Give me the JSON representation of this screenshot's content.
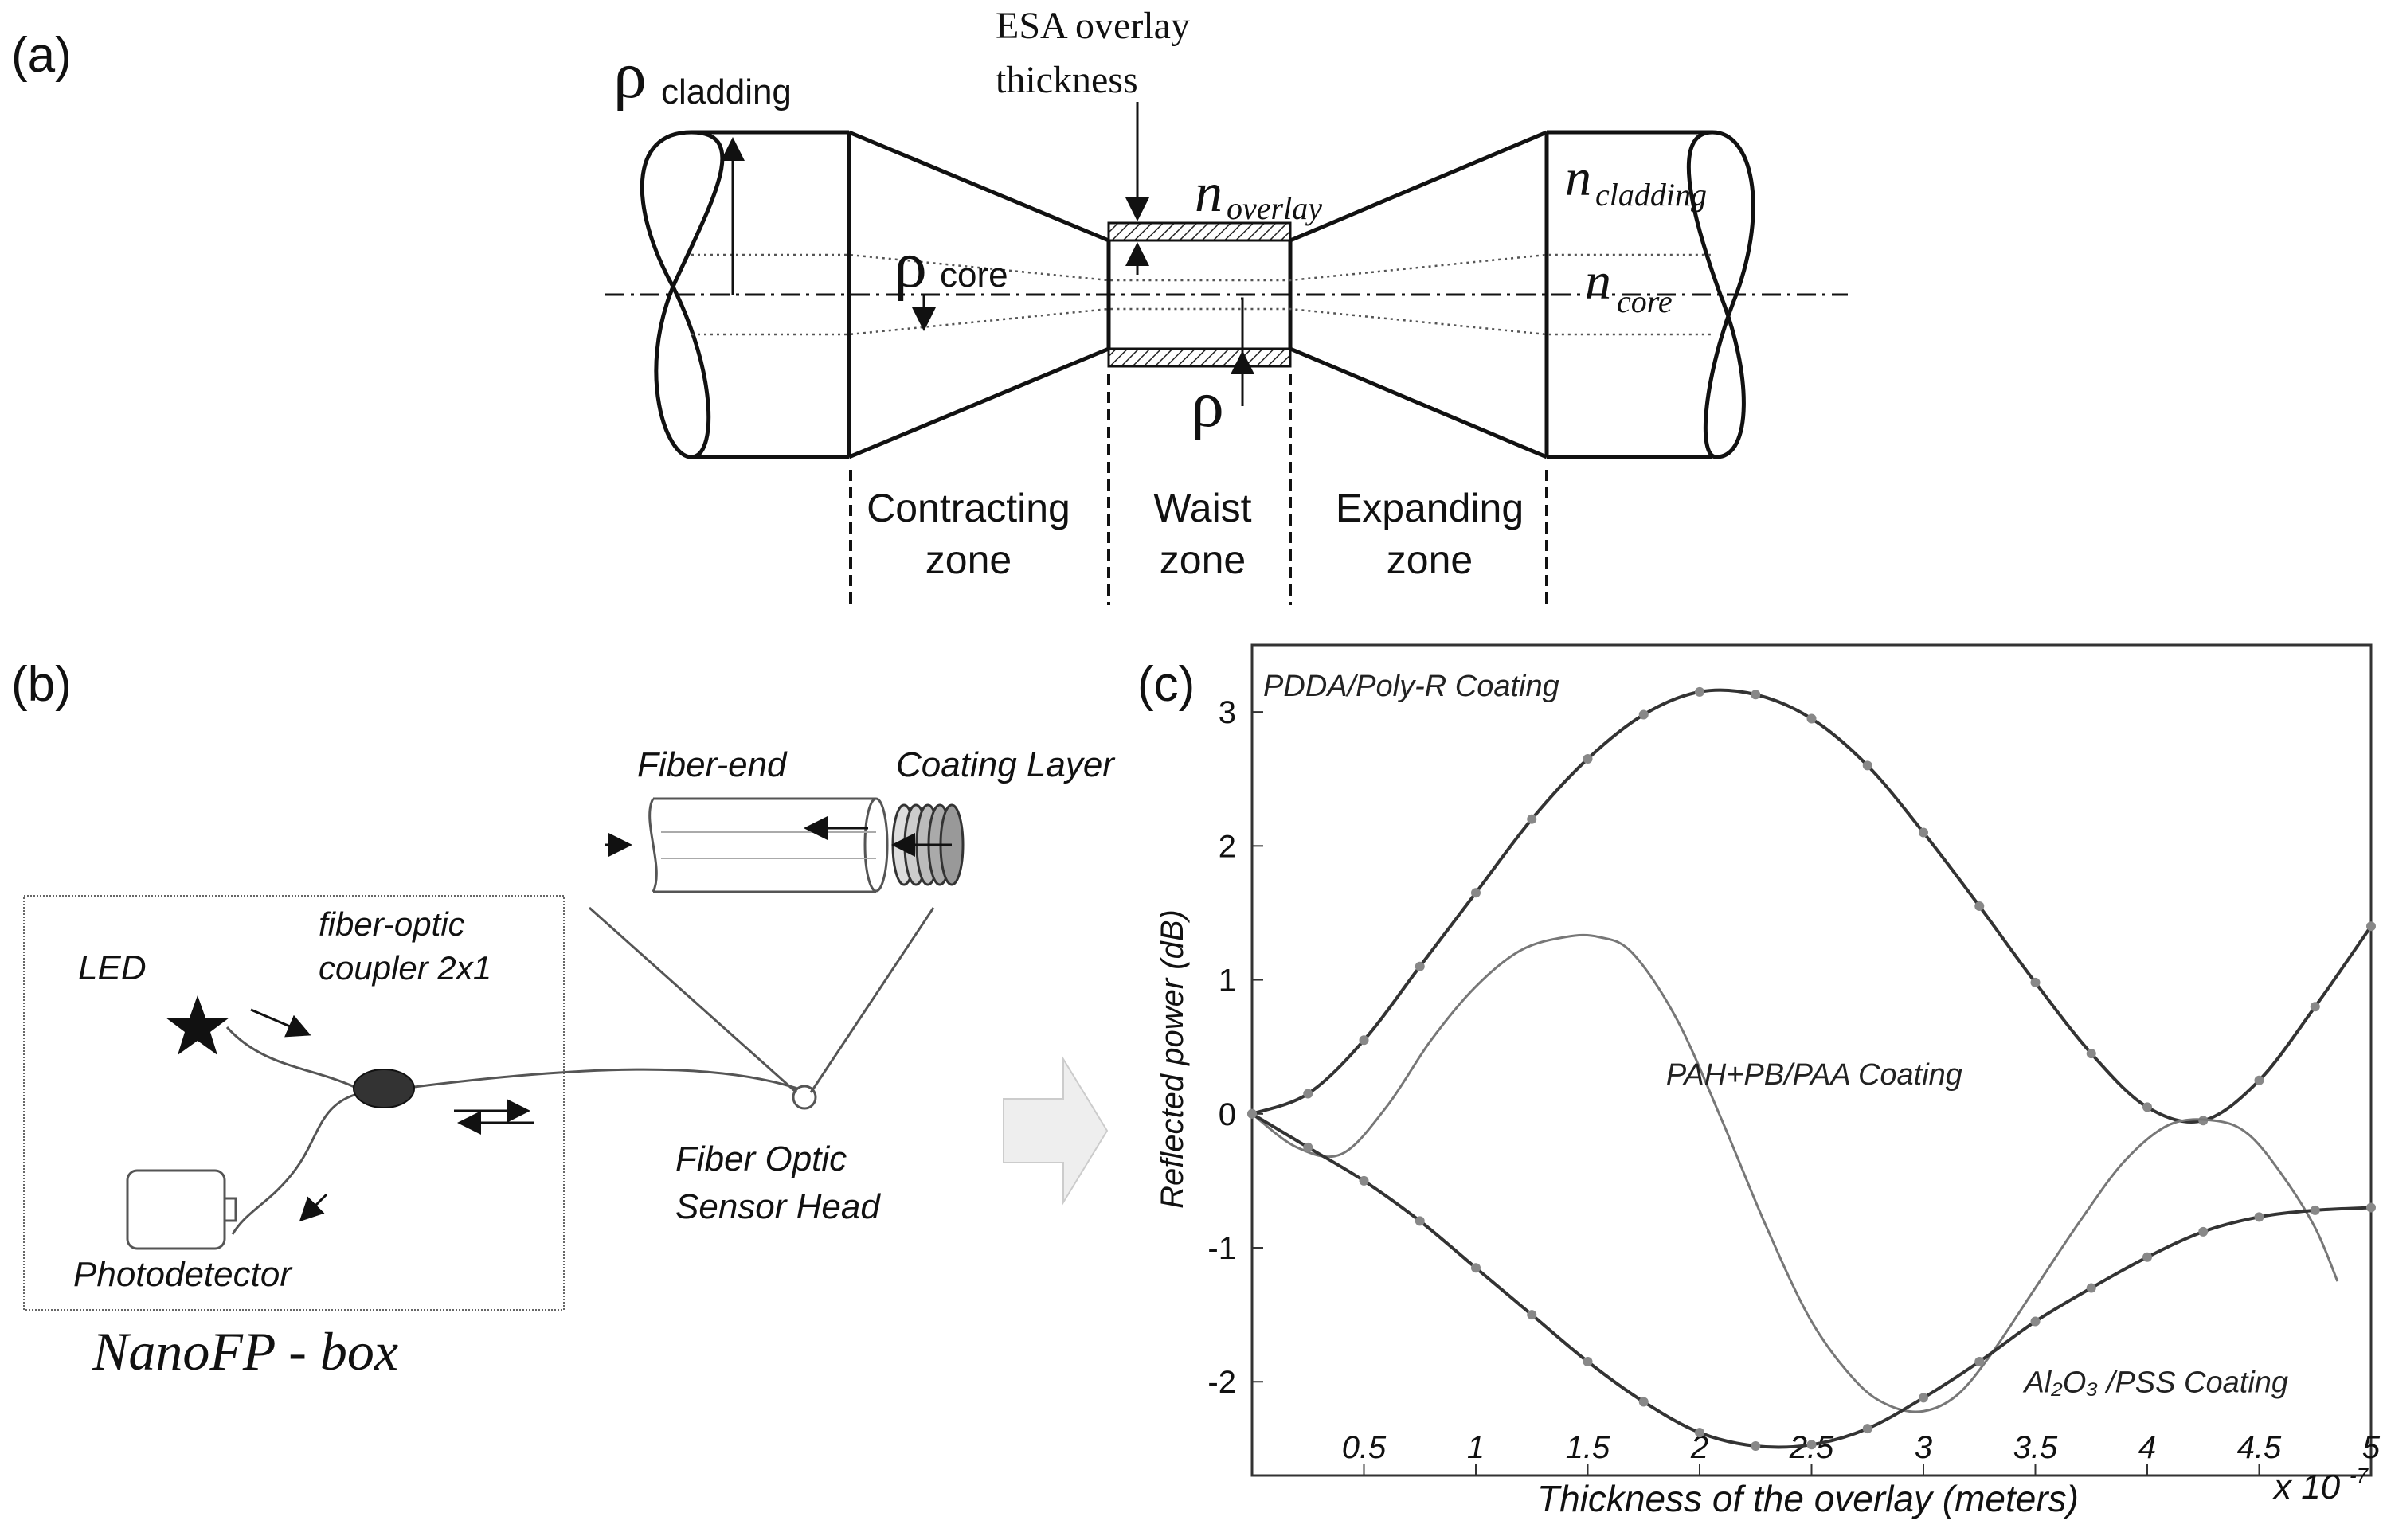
{
  "panel_a": {
    "label": "(a)",
    "rho_cladding_symbol": "ρ",
    "rho_cladding_sub": "cladding",
    "esa_line1": "ESA overlay",
    "esa_line2": "thickness",
    "n_overlay_symbol": "n",
    "n_overlay_sub": "overlay",
    "n_cladding_symbol": "n",
    "n_cladding_sub": "cladding",
    "rho_core_symbol": "ρ",
    "rho_core_sub": "core",
    "n_core_symbol": "n",
    "n_core_sub": "core",
    "rho_symbol": "ρ",
    "zones": {
      "contracting_1": "Contracting",
      "contracting_2": "zone",
      "waist_1": "Waist",
      "waist_2": "zone",
      "expanding_1": "Expanding",
      "expanding_2": "zone"
    }
  },
  "panel_b": {
    "label": "(b)",
    "fiber_end": "Fiber-end",
    "coating_layer": "Coating Layer",
    "led": "LED",
    "coupler_1": "fiber-optic",
    "coupler_2": "coupler 2x1",
    "photodetector": "Photodetector",
    "sensor_head_1": "Fiber Optic",
    "sensor_head_2": "Sensor Head",
    "box_label": "NanoFP - box"
  },
  "panel_c": {
    "label": "(c)"
  },
  "chart_data": {
    "type": "line",
    "xlabel": "Thickness of the overlay (meters)",
    "ylabel": "Reflected power (dB)",
    "x_multiplier": "x 10",
    "x_multiplier_exp": "-7",
    "xlim": [
      0,
      5
    ],
    "ylim": [
      -2.7,
      3.5
    ],
    "x_ticks": [
      "0.5",
      "1",
      "1.5",
      "2",
      "2.5",
      "3",
      "3.5",
      "4",
      "4.5",
      "5"
    ],
    "x_tick_values": [
      0.5,
      1,
      1.5,
      2,
      2.5,
      3,
      3.5,
      4,
      4.5,
      5
    ],
    "y_ticks": [
      "3",
      "2",
      "1",
      "0",
      "-1",
      "-2"
    ],
    "y_tick_values": [
      3,
      2,
      1,
      0,
      -1,
      -2
    ],
    "series": [
      {
        "name": "PDDA/Poly-R Coating",
        "x": [
          0,
          0.25,
          0.5,
          0.75,
          1,
          1.25,
          1.5,
          1.75,
          2,
          2.25,
          2.5,
          2.75,
          3,
          3.25,
          3.5,
          3.75,
          4,
          4.25,
          4.5,
          4.75,
          5
        ],
        "y": [
          0,
          0.15,
          0.55,
          1.1,
          1.65,
          2.2,
          2.65,
          2.98,
          3.15,
          3.13,
          2.95,
          2.6,
          2.1,
          1.55,
          0.98,
          0.45,
          0.05,
          -0.05,
          0.25,
          0.8,
          1.4
        ],
        "label_x": 0.05,
        "label_y": 3.12
      },
      {
        "name": "PAH+PB/PAA Coating",
        "x": [
          0,
          0.2,
          0.4,
          0.6,
          0.8,
          1,
          1.2,
          1.4,
          1.55,
          1.7,
          1.9,
          2.1,
          2.3,
          2.5,
          2.7,
          2.85,
          3,
          3.15,
          3.3,
          3.5,
          3.7,
          3.9,
          4.1,
          4.3,
          4.45,
          4.6,
          4.75,
          4.85
        ],
        "y": [
          0,
          -0.25,
          -0.3,
          0.05,
          0.55,
          0.95,
          1.22,
          1.32,
          1.32,
          1.2,
          0.7,
          -0.05,
          -0.85,
          -1.55,
          -2.0,
          -2.18,
          -2.22,
          -2.1,
          -1.8,
          -1.3,
          -0.8,
          -0.35,
          -0.08,
          -0.05,
          -0.15,
          -0.45,
          -0.85,
          -1.25
        ],
        "label_x": 1.85,
        "label_y": 0.22
      },
      {
        "name": "Al₂O₃ /PSS Coating",
        "x": [
          0,
          0.25,
          0.5,
          0.75,
          1,
          1.25,
          1.5,
          1.75,
          2,
          2.25,
          2.5,
          2.75,
          3,
          3.25,
          3.5,
          3.75,
          4,
          4.25,
          4.5,
          4.75,
          5
        ],
        "y": [
          0,
          -0.25,
          -0.5,
          -0.8,
          -1.15,
          -1.5,
          -1.85,
          -2.15,
          -2.38,
          -2.48,
          -2.47,
          -2.35,
          -2.12,
          -1.85,
          -1.55,
          -1.3,
          -1.07,
          -0.88,
          -0.77,
          -0.72,
          -0.7
        ],
        "label_x": 3.45,
        "label_y": -2.08
      }
    ]
  }
}
